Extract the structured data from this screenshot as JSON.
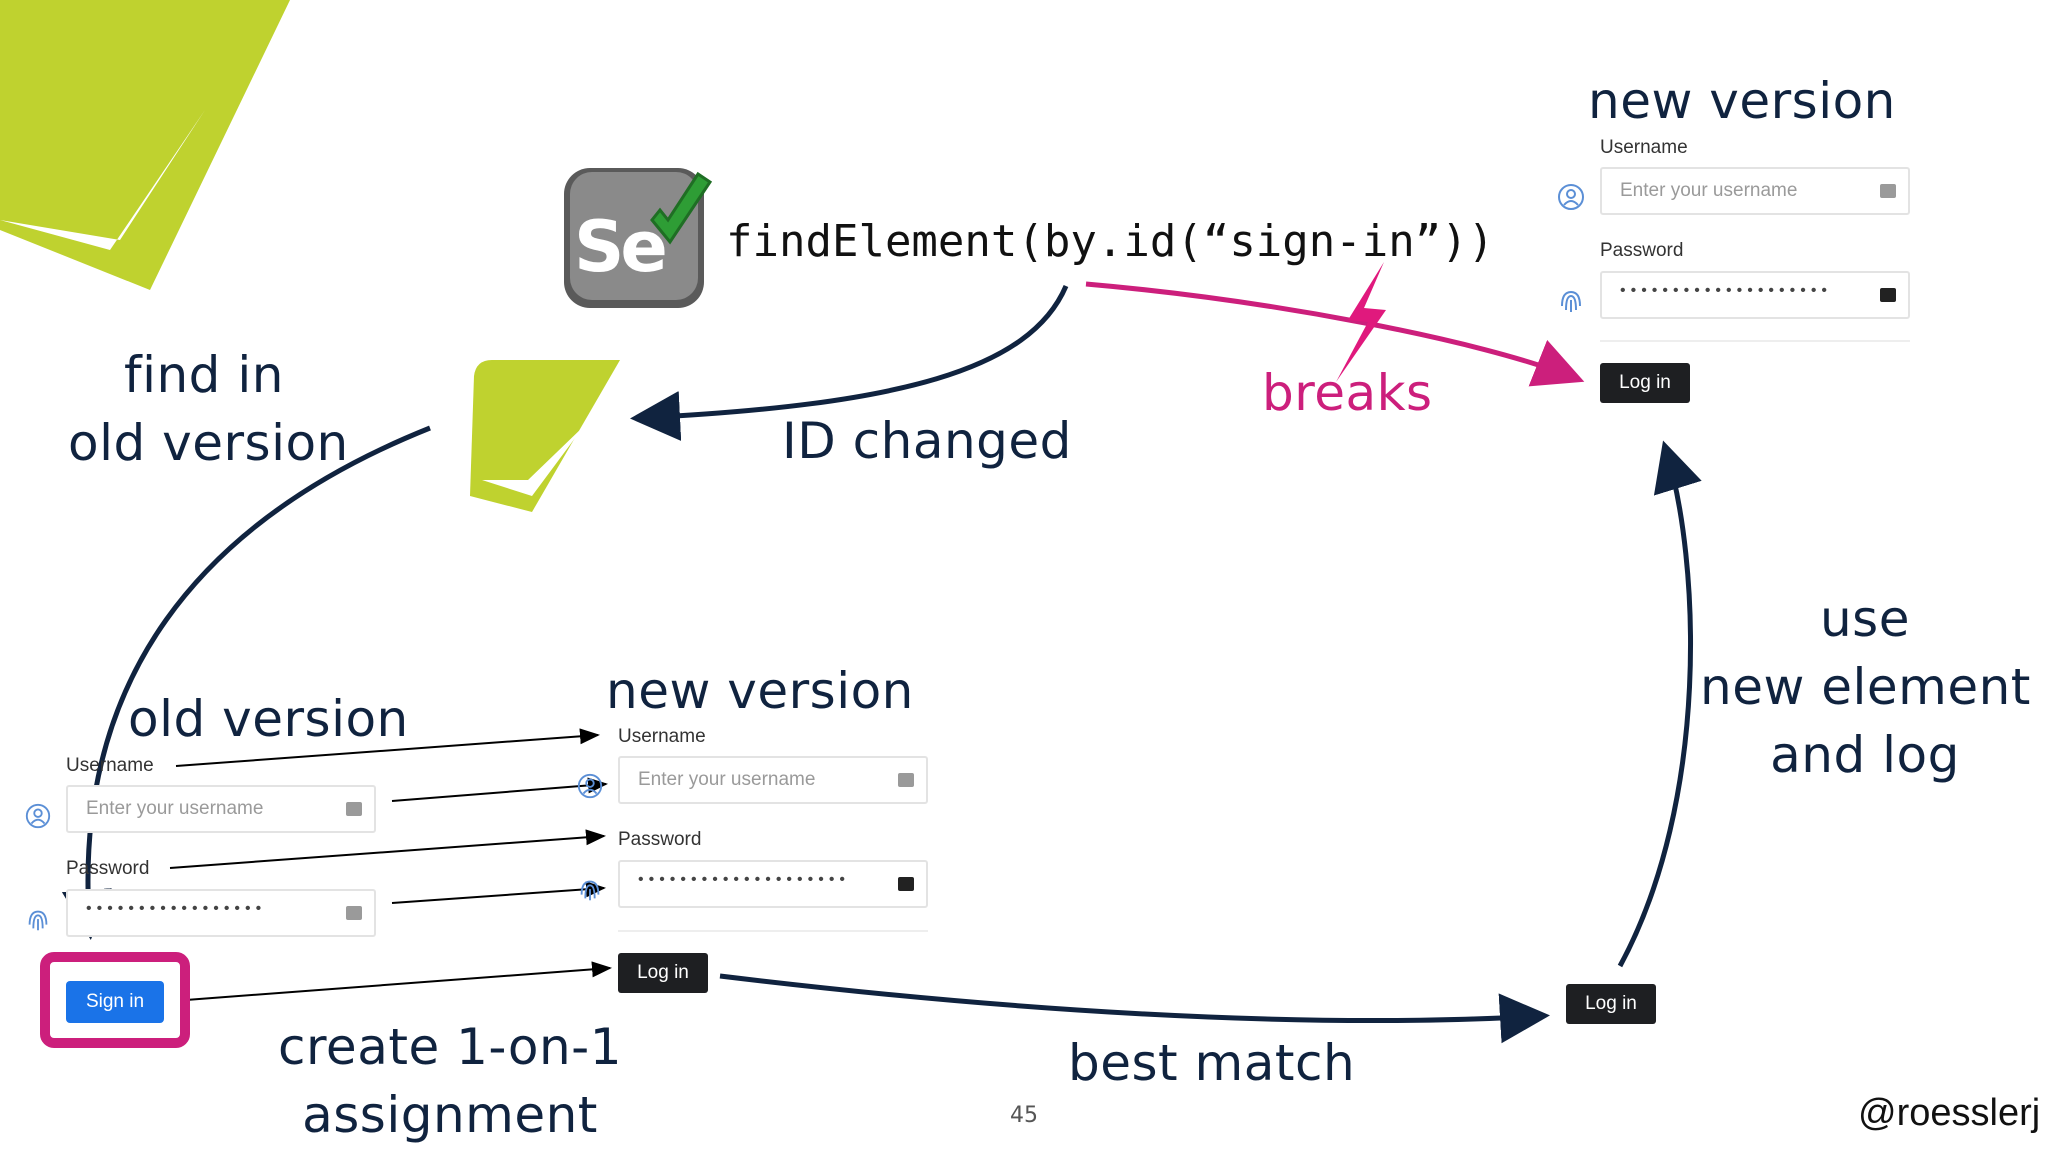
{
  "slide": {
    "code": "findElement(by.id(“sign-in”))",
    "page_number": "45",
    "handle": "@roesslerj",
    "logo_letters": "Se",
    "colors": {
      "navy": "#10233f",
      "magenta": "#cc1f7c",
      "lime": "#bfd22f",
      "blue_button": "#1a73e8"
    }
  },
  "labels": {
    "new_version_top": "new version",
    "breaks": "breaks",
    "id_changed": "ID changed",
    "find_in": "find in",
    "old_version_line2": "old version",
    "old_version": "old version",
    "new_version_mid": "new version",
    "use": "use",
    "new_element": "new element",
    "and_log": "and log",
    "create": "create 1-on-1",
    "assignment": "assignment",
    "best_match": "best match"
  },
  "form_top": {
    "username_label": "Username",
    "username_placeholder": "Enter your username",
    "password_label": "Password",
    "password_value": "••••••••••••••••••••",
    "button": "Log in"
  },
  "form_mid": {
    "username_label": "Username",
    "username_placeholder": "Enter your username",
    "password_label": "Password",
    "password_value": "••••••••••••••••••••",
    "button": "Log in"
  },
  "form_old": {
    "username_label": "Username",
    "username_placeholder": "Enter your username",
    "password_label": "Password",
    "password_value": "•••••••••••••••••",
    "button": "Sign in"
  },
  "best_match_button": "Log in",
  "icons": [
    "user-circle-icon",
    "fingerprint-icon",
    "keypass-icon",
    "lightning-bolt-icon",
    "selenium-logo-icon",
    "recheck-logo-icon"
  ]
}
